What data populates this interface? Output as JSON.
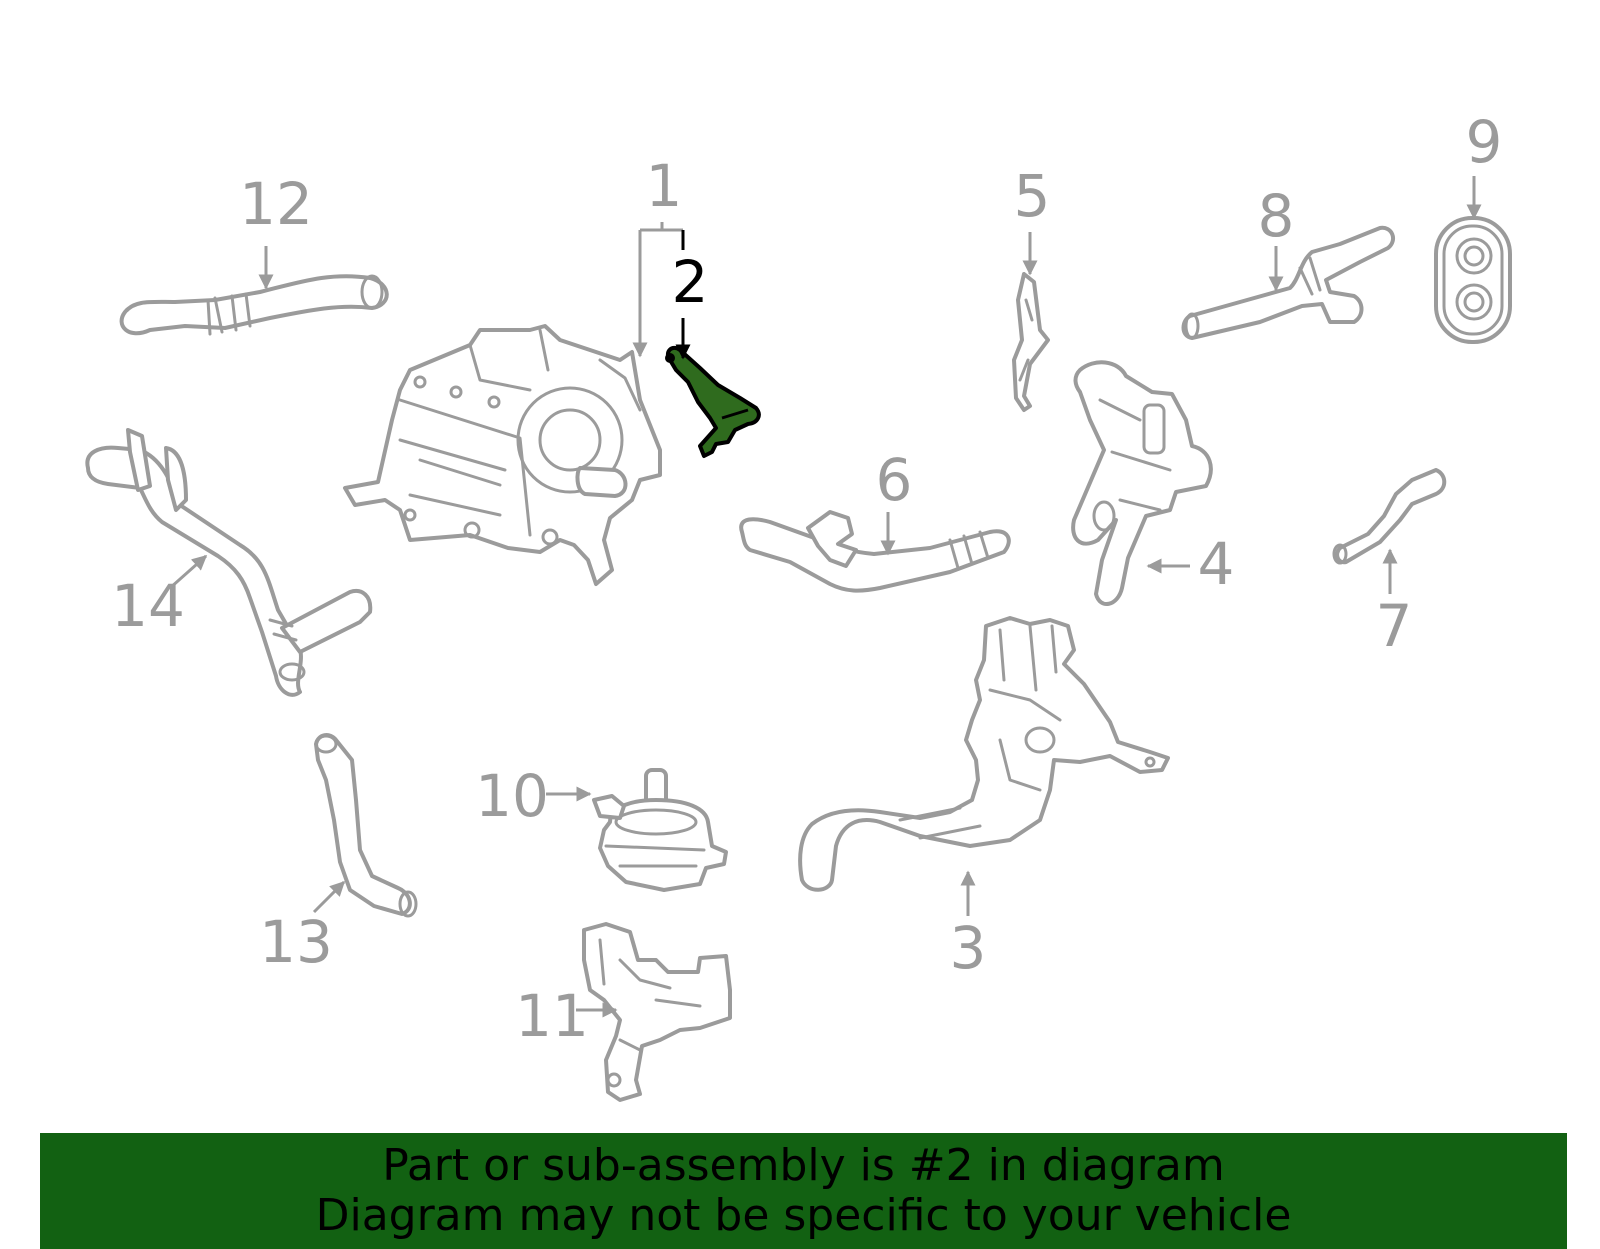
{
  "callouts": {
    "c1": "1",
    "c2": "2",
    "c3": "3",
    "c4": "4",
    "c5": "5",
    "c6": "6",
    "c7": "7",
    "c8": "8",
    "c9": "9",
    "c10": "10",
    "c11": "11",
    "c12": "12",
    "c13": "13",
    "c14": "14"
  },
  "highlighted_part": "2",
  "colors": {
    "highlight_fill": "#2f6b1e",
    "banner_background": "#126112",
    "line_art": "#9b9b9b",
    "highlight_stroke": "#000000"
  },
  "banner": {
    "line1": "Part or sub-assembly is #2 in diagram",
    "line2": "Diagram may not be specific to your vehicle"
  }
}
